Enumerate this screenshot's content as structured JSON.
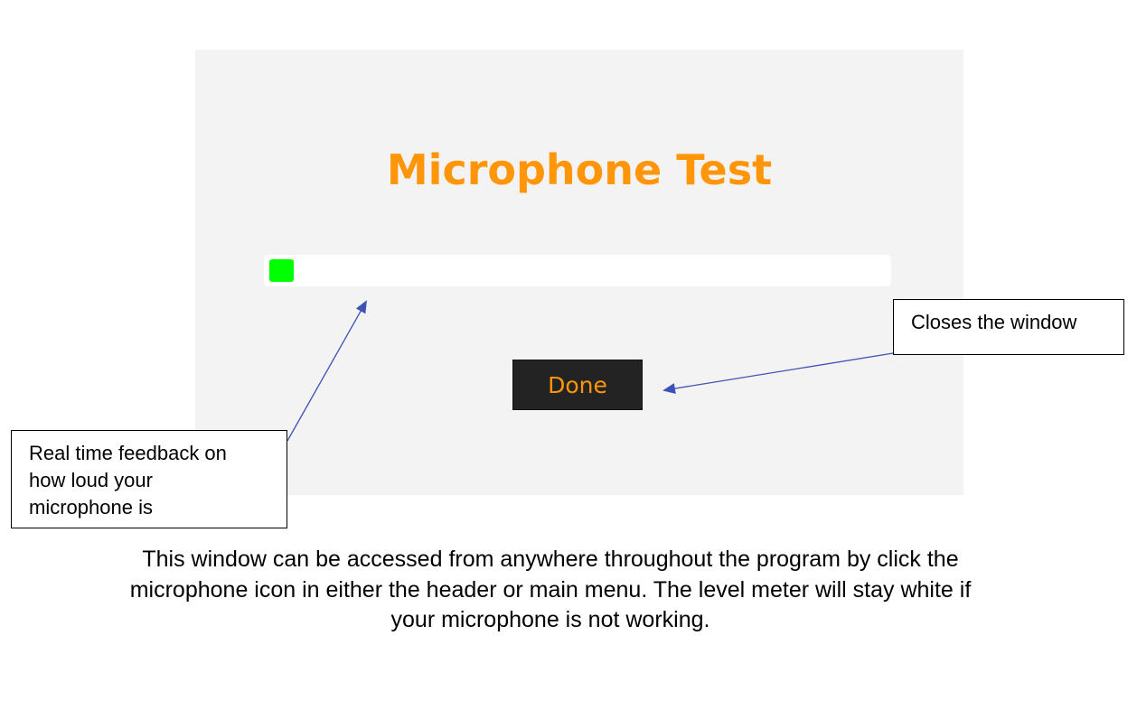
{
  "dialog": {
    "title": "Microphone Test",
    "meter_level": 0.04,
    "meter_color": "#00ff00",
    "done_label": "Done",
    "accent": "#ff960a",
    "background": "#f3f3f3"
  },
  "annotations": {
    "close_note": "Closes the window",
    "meter_note_lines": [
      "Real time feedback on",
      "how loud your",
      "microphone is"
    ]
  },
  "caption_lines": [
    "This window can be accessed from anywhere throughout the program by click the",
    "microphone icon in either the header or main menu. The level meter will stay white if",
    "your microphone is not working."
  ]
}
